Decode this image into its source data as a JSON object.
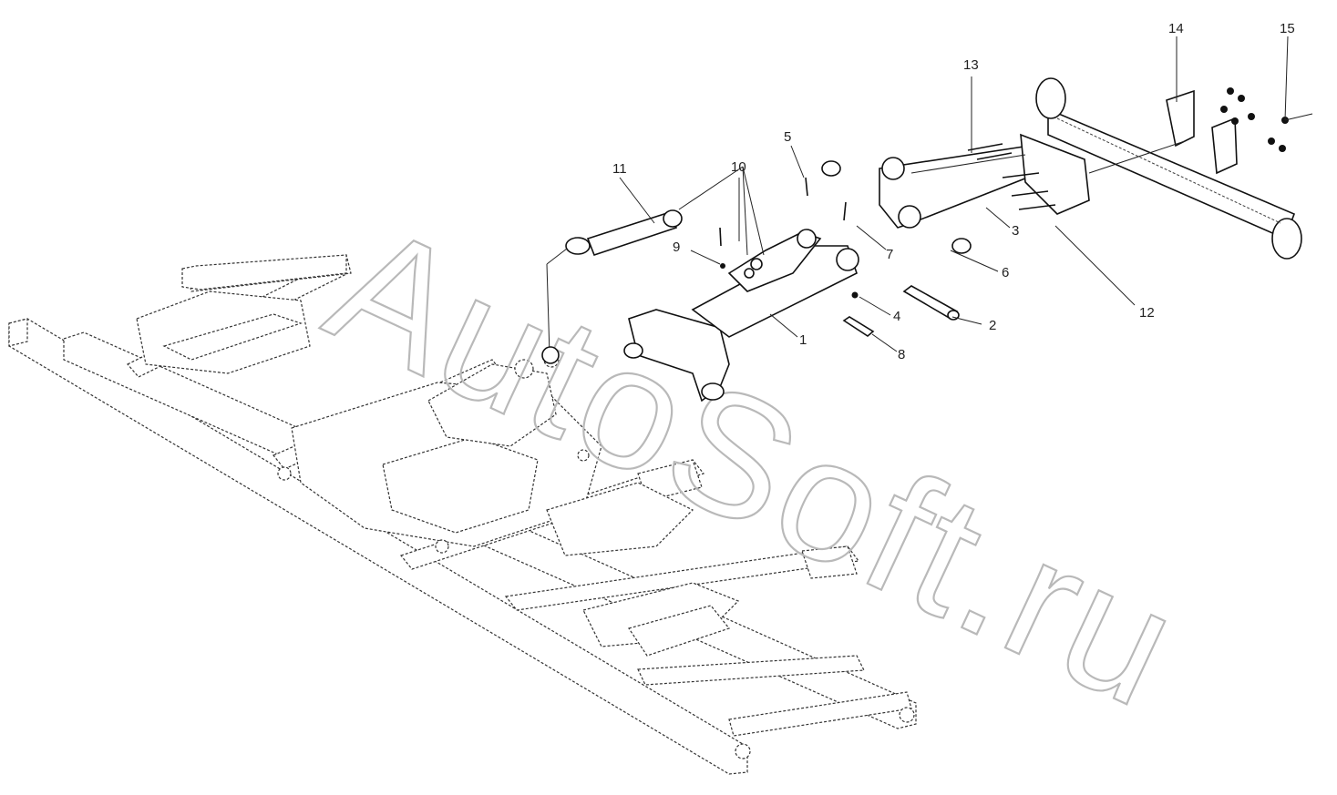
{
  "watermark": "AutoSoft.ru",
  "callouts": [
    {
      "id": "1",
      "label": "1"
    },
    {
      "id": "2",
      "label": "2"
    },
    {
      "id": "3",
      "label": "3"
    },
    {
      "id": "4",
      "label": "4"
    },
    {
      "id": "5",
      "label": "5"
    },
    {
      "id": "6",
      "label": "6"
    },
    {
      "id": "7",
      "label": "7"
    },
    {
      "id": "8",
      "label": "8"
    },
    {
      "id": "9",
      "label": "9"
    },
    {
      "id": "10",
      "label": "10"
    },
    {
      "id": "11",
      "label": "11"
    },
    {
      "id": "12",
      "label": "12"
    },
    {
      "id": "13",
      "label": "13"
    },
    {
      "id": "14",
      "label": "14"
    },
    {
      "id": "15",
      "label": "15"
    }
  ],
  "colors": {
    "line": "#111111",
    "watermark": "#b9b9b9",
    "background": "#ffffff"
  }
}
